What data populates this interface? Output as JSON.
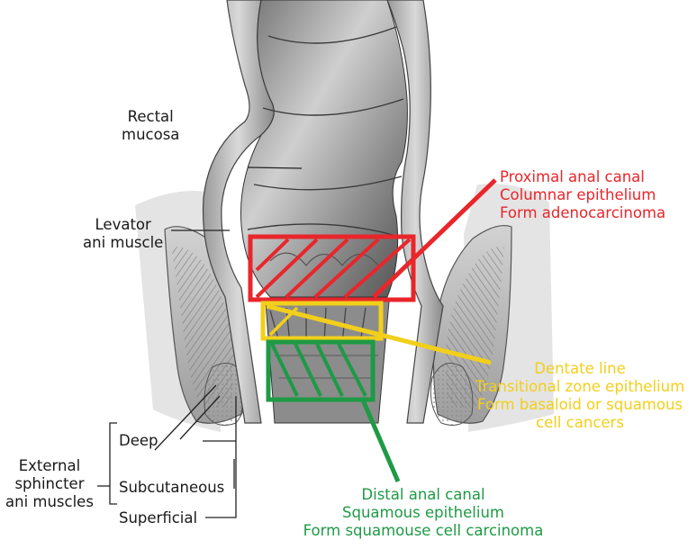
{
  "labels": {
    "rectal_mucosa": [
      "Rectal",
      "mucosa"
    ],
    "levator": [
      "Levator",
      "ani muscle"
    ],
    "external_sphincter": [
      "External",
      "sphincter",
      "ani muscles"
    ],
    "deep": "Deep",
    "subcutaneous": "Subcutaneous",
    "superficial": "Superficial"
  },
  "zones": {
    "proximal": [
      "Proximal anal canal",
      "Columnar epithelium",
      "Form adenocarcinoma"
    ],
    "dentate": [
      "Dentate line",
      "Transitional zone epithelium",
      "Form basaloid or squamous",
      "cell cancers"
    ],
    "distal": [
      "Distal anal canal",
      "Squamous epithelium",
      "Form squamouse cell carcinoma"
    ]
  },
  "colors": {
    "proximal": "#e8262b",
    "dentate": "#f2cf1a",
    "distal": "#1e9a45"
  }
}
